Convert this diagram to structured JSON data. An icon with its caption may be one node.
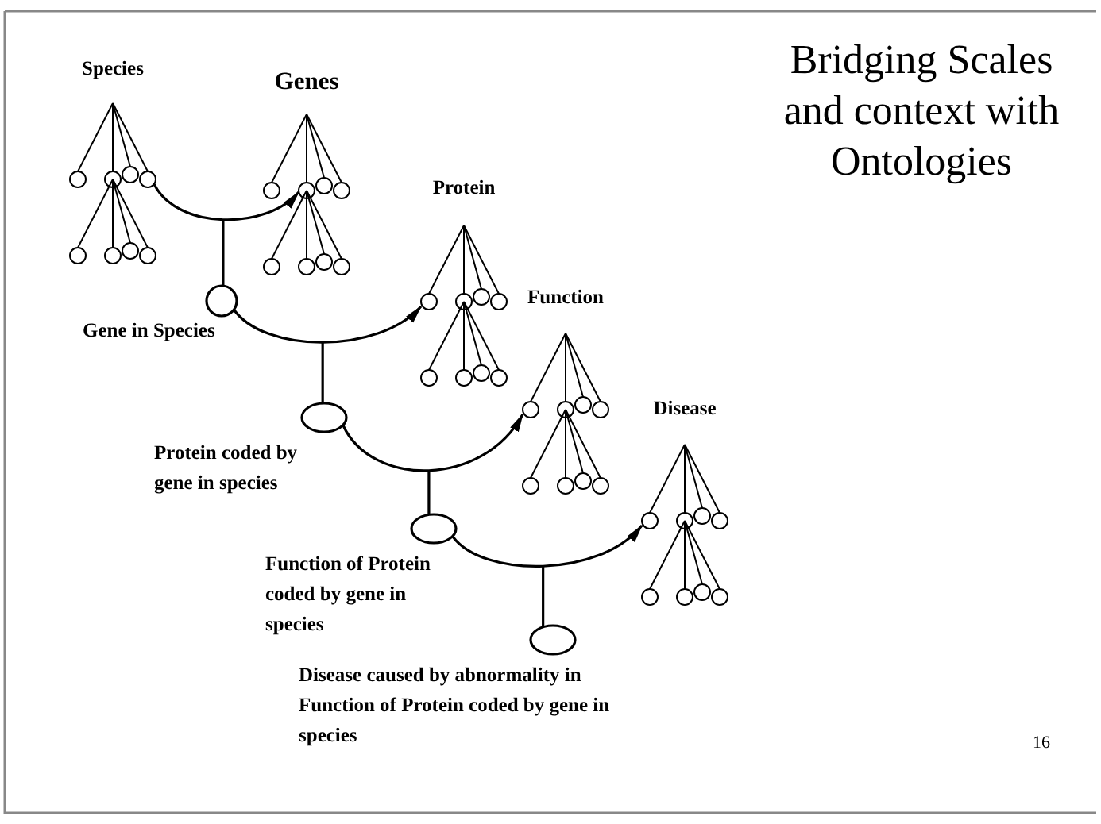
{
  "diagram": {
    "title": "Bridging Scales and context with Ontologies",
    "nodes": [
      {
        "text": [
          "Species"
        ]
      },
      {
        "text": [
          "Genes"
        ]
      },
      {
        "text": [
          "Protein"
        ]
      },
      {
        "text": [
          "Function"
        ]
      },
      {
        "text": [
          "Disease"
        ]
      },
      {
        "text": [
          "Gene in Species"
        ]
      },
      {
        "text": [
          "Protein coded by gene in species"
        ]
      },
      {
        "text": [
          "Function of Protein coded by gene in species"
        ]
      },
      {
        "text": [
          "Disease caused by abnormality in Function of Protein coded by gene in species"
        ]
      }
    ],
    "edges": [
      {
        "from": 0,
        "to": 1,
        "arrow": "to"
      },
      {
        "from": null,
        "to": 5,
        "arrow": "none"
      },
      {
        "from": 5,
        "to": 2,
        "arrow": "to"
      },
      {
        "from": null,
        "to": 6,
        "arrow": "none"
      },
      {
        "from": 6,
        "to": 3,
        "arrow": "to"
      },
      {
        "from": null,
        "to": 7,
        "arrow": "none"
      },
      {
        "from": 7,
        "to": 4,
        "arrow": "to"
      },
      {
        "from": null,
        "to": 8,
        "arrow": "none"
      }
    ],
    "labels": [
      "16"
    ]
  }
}
